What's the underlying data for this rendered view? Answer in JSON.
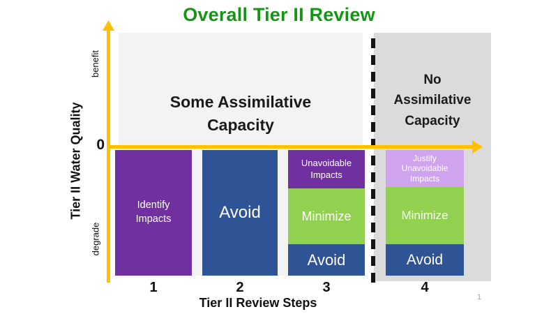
{
  "title": {
    "text": "Overall Tier II Review",
    "color": "#149614"
  },
  "y_axis": {
    "title": "Tier II Water Quality",
    "benefit_label": "benefit",
    "zero_label": "0",
    "degrade_label": "degrade"
  },
  "x_axis": {
    "title": "Tier II Review Steps",
    "tick_labels": [
      "1",
      "2",
      "3",
      "4"
    ]
  },
  "zones": {
    "some_capacity": {
      "label": "Some Assimilative\nCapacity",
      "background": "#F3F3F3"
    },
    "no_capacity": {
      "label": "No\nAssimilative\nCapacity",
      "background": "#DBDBDB"
    }
  },
  "colors": {
    "axis": "#FFC000",
    "purple": "#7030A0",
    "blue": "#2F5496",
    "green": "#92D050",
    "lavender": "#CFA3EE",
    "dashed_divider": "#141414",
    "text_on_bars": "#FFFFFF"
  },
  "bars": [
    {
      "step": "1",
      "segments": [
        {
          "label": "Identify\nImpacts",
          "color_key": "purple"
        }
      ]
    },
    {
      "step": "2",
      "segments": [
        {
          "label": "Avoid",
          "color_key": "blue"
        }
      ]
    },
    {
      "step": "3",
      "segments": [
        {
          "label": "Unavoidable\nImpacts",
          "color_key": "purple"
        },
        {
          "label": "Minimize",
          "color_key": "green"
        },
        {
          "label": "Avoid",
          "color_key": "blue"
        }
      ]
    },
    {
      "step": "4",
      "segments": [
        {
          "label": "Justify\nUnavoidable\nImpacts",
          "color_key": "lavender"
        },
        {
          "label": "Minimize",
          "color_key": "green"
        },
        {
          "label": "Avoid",
          "color_key": "blue"
        }
      ]
    }
  ],
  "slide_number": "1"
}
